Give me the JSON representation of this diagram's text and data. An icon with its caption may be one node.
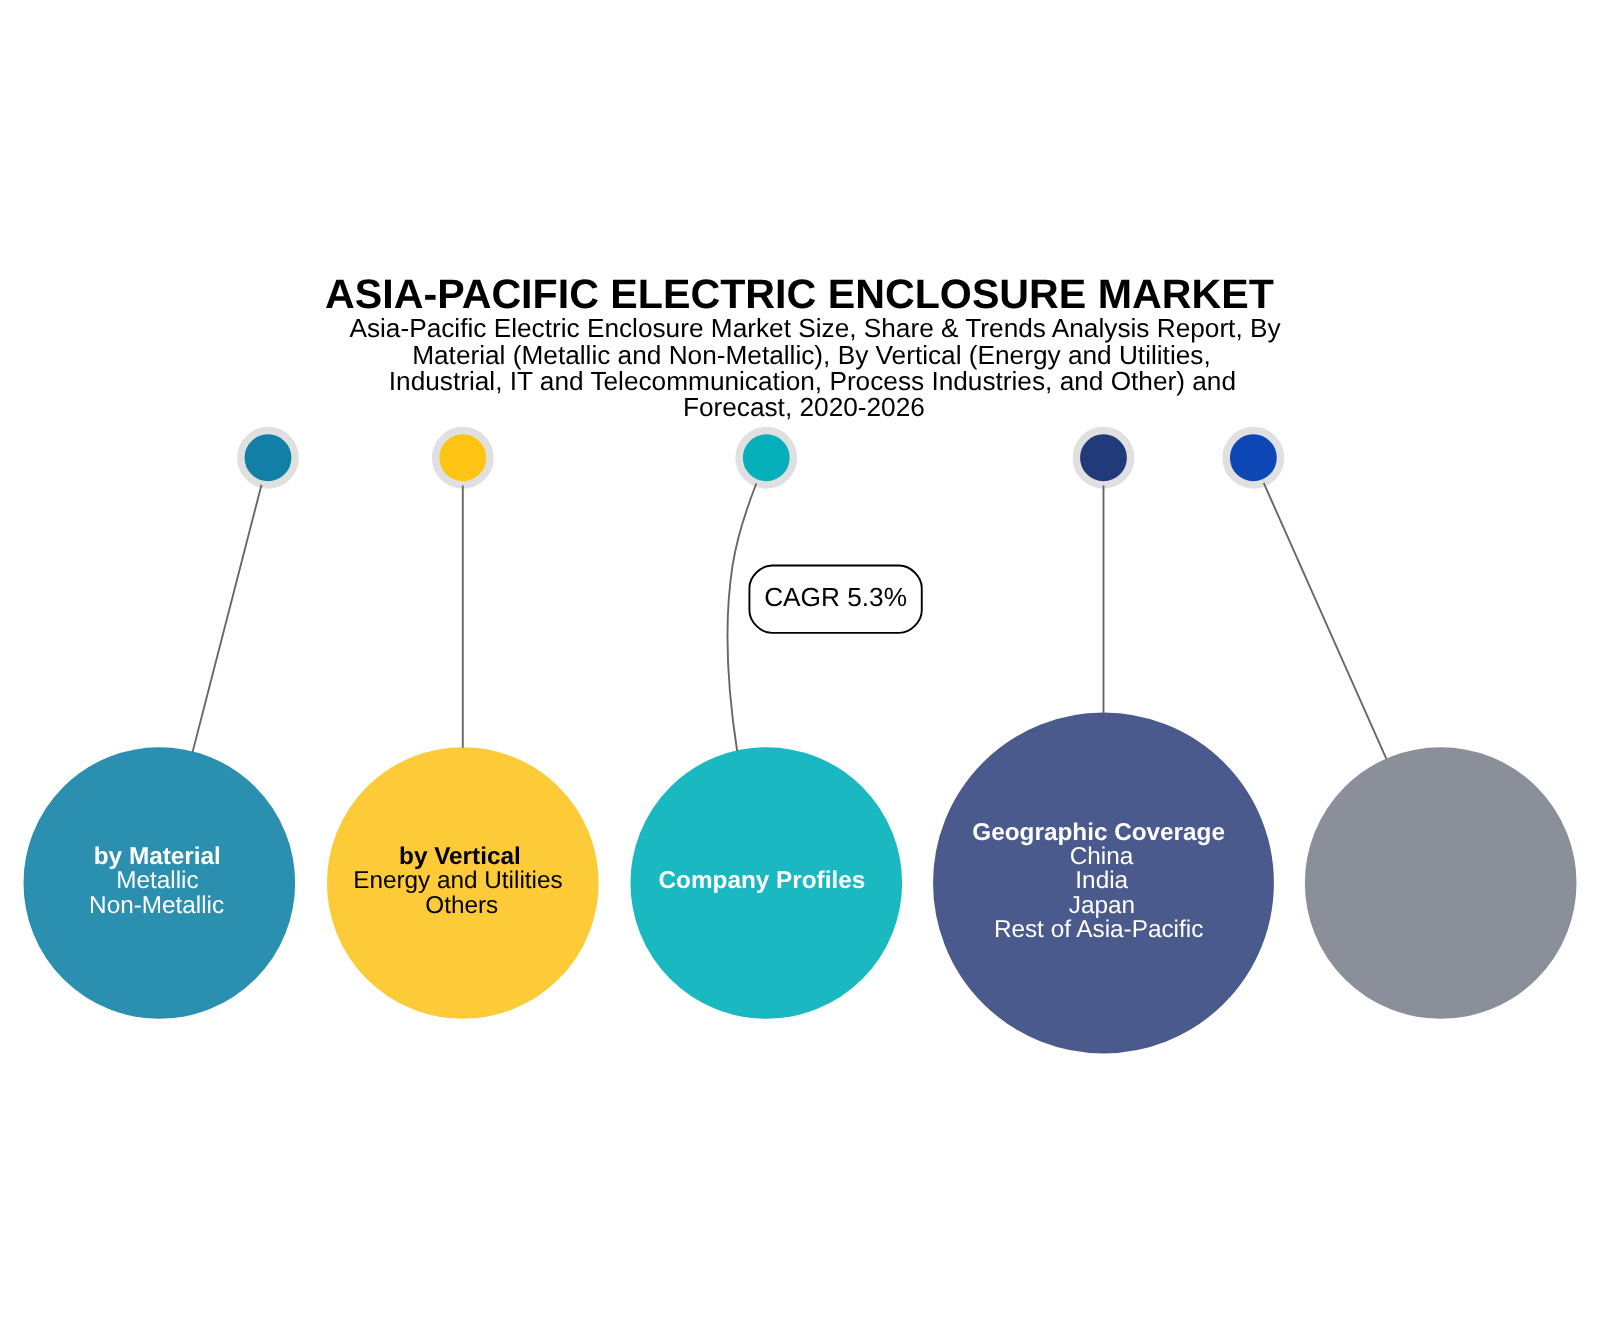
{
  "diagram": {
    "title": "ASIA-PACIFIC ELECTRIC ENCLOSURE MARKET",
    "caption": "Asia-Pacific Electric Enclosure Market Size, Share & Trends Analysis Report, By Material (Metallic and Non-Metallic), By Vertical (Energy and Utilities, Industrial, IT and Telecommunication, Process Industries, and Other) and Forecast, 2020-2026",
    "nodes": [
      {
        "text": [],
        "shape": "circle"
      },
      {
        "text": [],
        "shape": "circle"
      },
      {
        "text": [],
        "shape": "circle"
      },
      {
        "text": [],
        "shape": "circle"
      },
      {
        "text": [],
        "shape": "circle"
      },
      {
        "text": [
          "by Material",
          "Metallic",
          "Non-Metallic"
        ]
      },
      {
        "text": [
          "by Vertical",
          "Energy and Utilities",
          "Others"
        ]
      },
      {
        "text": [
          "Company Profiles"
        ]
      },
      {
        "text": [
          "Geographic Coverage",
          "China",
          "India",
          "Japan",
          "Rest of Asia-Pacific"
        ]
      },
      {
        "text": [],
        "shape": "circle"
      }
    ],
    "edges": [
      {
        "from": 0,
        "to": 5,
        "arrow": "none"
      },
      {
        "from": 1,
        "to": 6,
        "arrow": "none"
      },
      {
        "from": 2,
        "to": 7,
        "arrow": "none"
      },
      {
        "from": 3,
        "to": 8,
        "arrow": "none"
      },
      {
        "from": 4,
        "to": 9,
        "arrow": "none"
      }
    ],
    "labels": [
      "CAGR 5.3%"
    ]
  }
}
